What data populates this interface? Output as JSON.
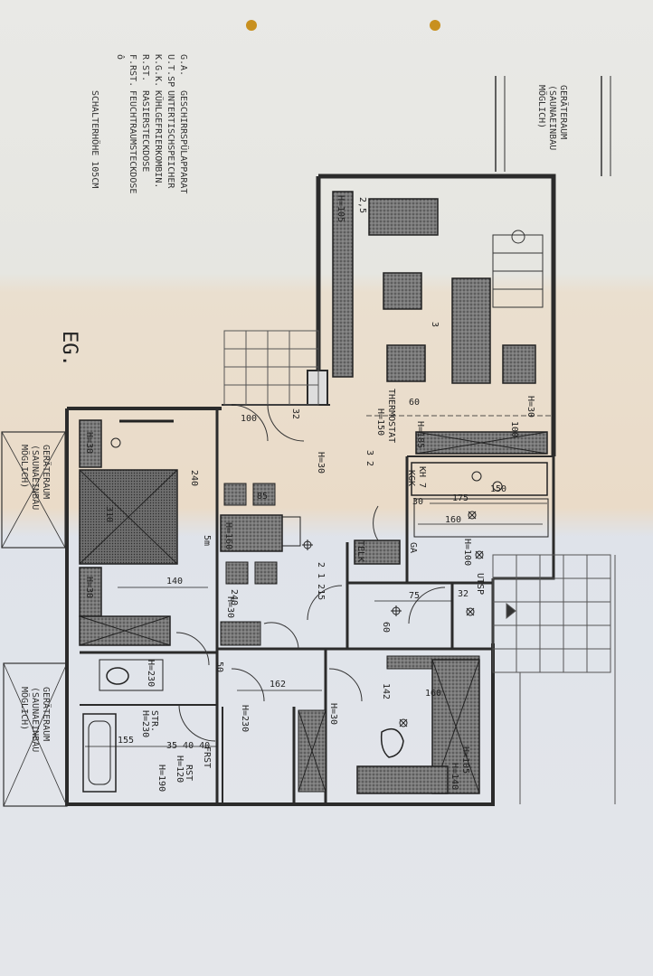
{
  "floor_label": "EG.",
  "legend": [
    {
      "code": "G.A.",
      "text": "GESCHIRRSPÜLAPPARAT"
    },
    {
      "code": "U.T.SP",
      "text": "UNTERTISCHSPEICHER"
    },
    {
      "code": "K.G.K.",
      "text": "KÜHLGEFRIERKOMBIN."
    },
    {
      "code": "R.ST.",
      "text": "RASIERSTECKDOSE"
    },
    {
      "code": "F.RST.",
      "text": "FEUCHTRAUMSTECKDOSE"
    },
    {
      "code": "",
      "text": "SCHALTERHÖHE 105CM"
    }
  ],
  "annotations": {
    "geraeteraum_1": [
      "GERÄTERAUM",
      "(SAUNAEINBAU",
      "MÖGLICH)"
    ],
    "geraeteraum_2": [
      "GERÄTERAUM",
      "(SAUNAEINBAU",
      "MÖGLICH)"
    ],
    "geraeteraum_3": [
      "GERÄTERAUM",
      "(SAUNAEINBAU",
      "MÖGLICH)"
    ],
    "thermostat": "THERMOSTAT",
    "thermostat_h": "H=150",
    "thermostat_n": "3 2",
    "telk": "TELK",
    "ga": "GA",
    "kgk": "KGK",
    "kh": "KH 7",
    "utsp": "UTSP",
    "str": "STR.",
    "frst": "FRST",
    "rst": "RST"
  },
  "dims": {
    "d100a": "100",
    "d32a": "32",
    "d60a": "60",
    "d100b": "100",
    "d240a": "240",
    "d310": "310",
    "d140": "140",
    "d240b": "240",
    "d175": "175",
    "d160a": "160",
    "d75": "75",
    "d32b": "32",
    "d60b": "60",
    "d162": "162",
    "d142": "142",
    "d160b": "160",
    "d155": "155",
    "d354040": "35 40 40",
    "d50": "50",
    "d5m": "5m",
    "d2115": "2 1 215",
    "d85": "85",
    "d30": "30",
    "d150": "150",
    "h105a": "H=105",
    "h30a": "H=30",
    "h30b": "H=30",
    "h30c": "H=30",
    "h30d": "H=30",
    "h30e": "H=30",
    "h30f": "H=30",
    "h160": "H=160",
    "h185": "H=185",
    "h100": "H=100",
    "h230a": "H=230",
    "h230b": "H=230",
    "h230c": "H=230",
    "h105b": "H=105",
    "h140": "H=140",
    "h120": "H=120",
    "h190": "H=190",
    "h25": "2,5",
    "h3": "3"
  },
  "colors": {
    "paper": "#e8e8e4",
    "wall": "#2b2b2b",
    "hatch": "#555555"
  }
}
